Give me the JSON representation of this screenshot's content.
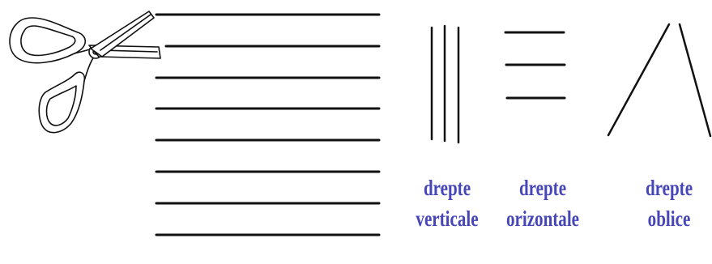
{
  "colors": {
    "line": "#111111",
    "label_text": "#4646b8"
  },
  "icons": {
    "scissors": "scissors-icon"
  },
  "labels": {
    "vertical": {
      "line1": "drepte",
      "line2": "verticale"
    },
    "horizontal": {
      "line1": "drepte",
      "line2": "orizontale"
    },
    "oblique": {
      "line1": "drepte",
      "line2": "oblice"
    }
  }
}
